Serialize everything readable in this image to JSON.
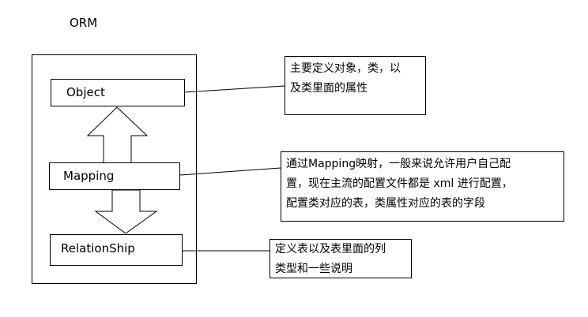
{
  "title": "ORM",
  "components": [
    {
      "id": "object",
      "label": "Object"
    },
    {
      "id": "mapping",
      "label": "Mapping"
    },
    {
      "id": "relationship",
      "label": "RelationShip"
    }
  ],
  "notes": {
    "object": {
      "line1": "主要定义对象，类，以",
      "line2": "及类里面的属性"
    },
    "mapping": {
      "line1": "通过Mapping映射，一般来说允许用户自己配",
      "line2": "置，现在主流的配置文件都是 xml 进行配置，",
      "line3": "配置类对应的表，类属性对应的表的字段"
    },
    "relationship": {
      "line1": "定义表以及表里面的列",
      "line2": "类型和一些说明"
    }
  }
}
